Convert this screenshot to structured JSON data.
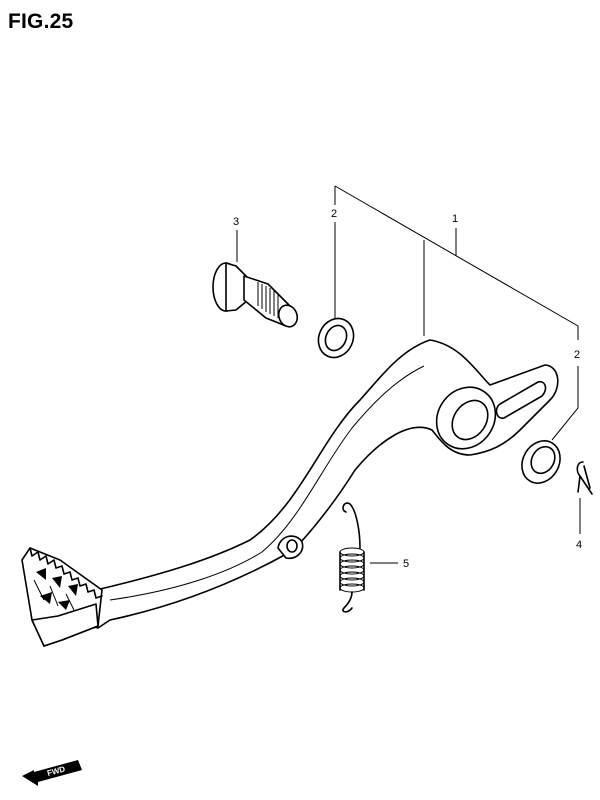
{
  "figure": {
    "title": "FIG.25"
  },
  "callouts": [
    {
      "id": "callout-1",
      "label": "1"
    },
    {
      "id": "callout-2-upper",
      "label": "2"
    },
    {
      "id": "callout-2-lower",
      "label": "2"
    },
    {
      "id": "callout-3",
      "label": "3"
    },
    {
      "id": "callout-4",
      "label": "4"
    },
    {
      "id": "callout-5",
      "label": "5"
    }
  ],
  "parts": [
    {
      "name": "brake-pedal",
      "callout": "1"
    },
    {
      "name": "washer",
      "callout": "2"
    },
    {
      "name": "pivot-bolt",
      "callout": "3"
    },
    {
      "name": "cotter-pin",
      "callout": "4"
    },
    {
      "name": "return-spring",
      "callout": "5"
    }
  ],
  "direction_indicator": {
    "label": "FWD",
    "icon": "forward-arrow-icon"
  }
}
